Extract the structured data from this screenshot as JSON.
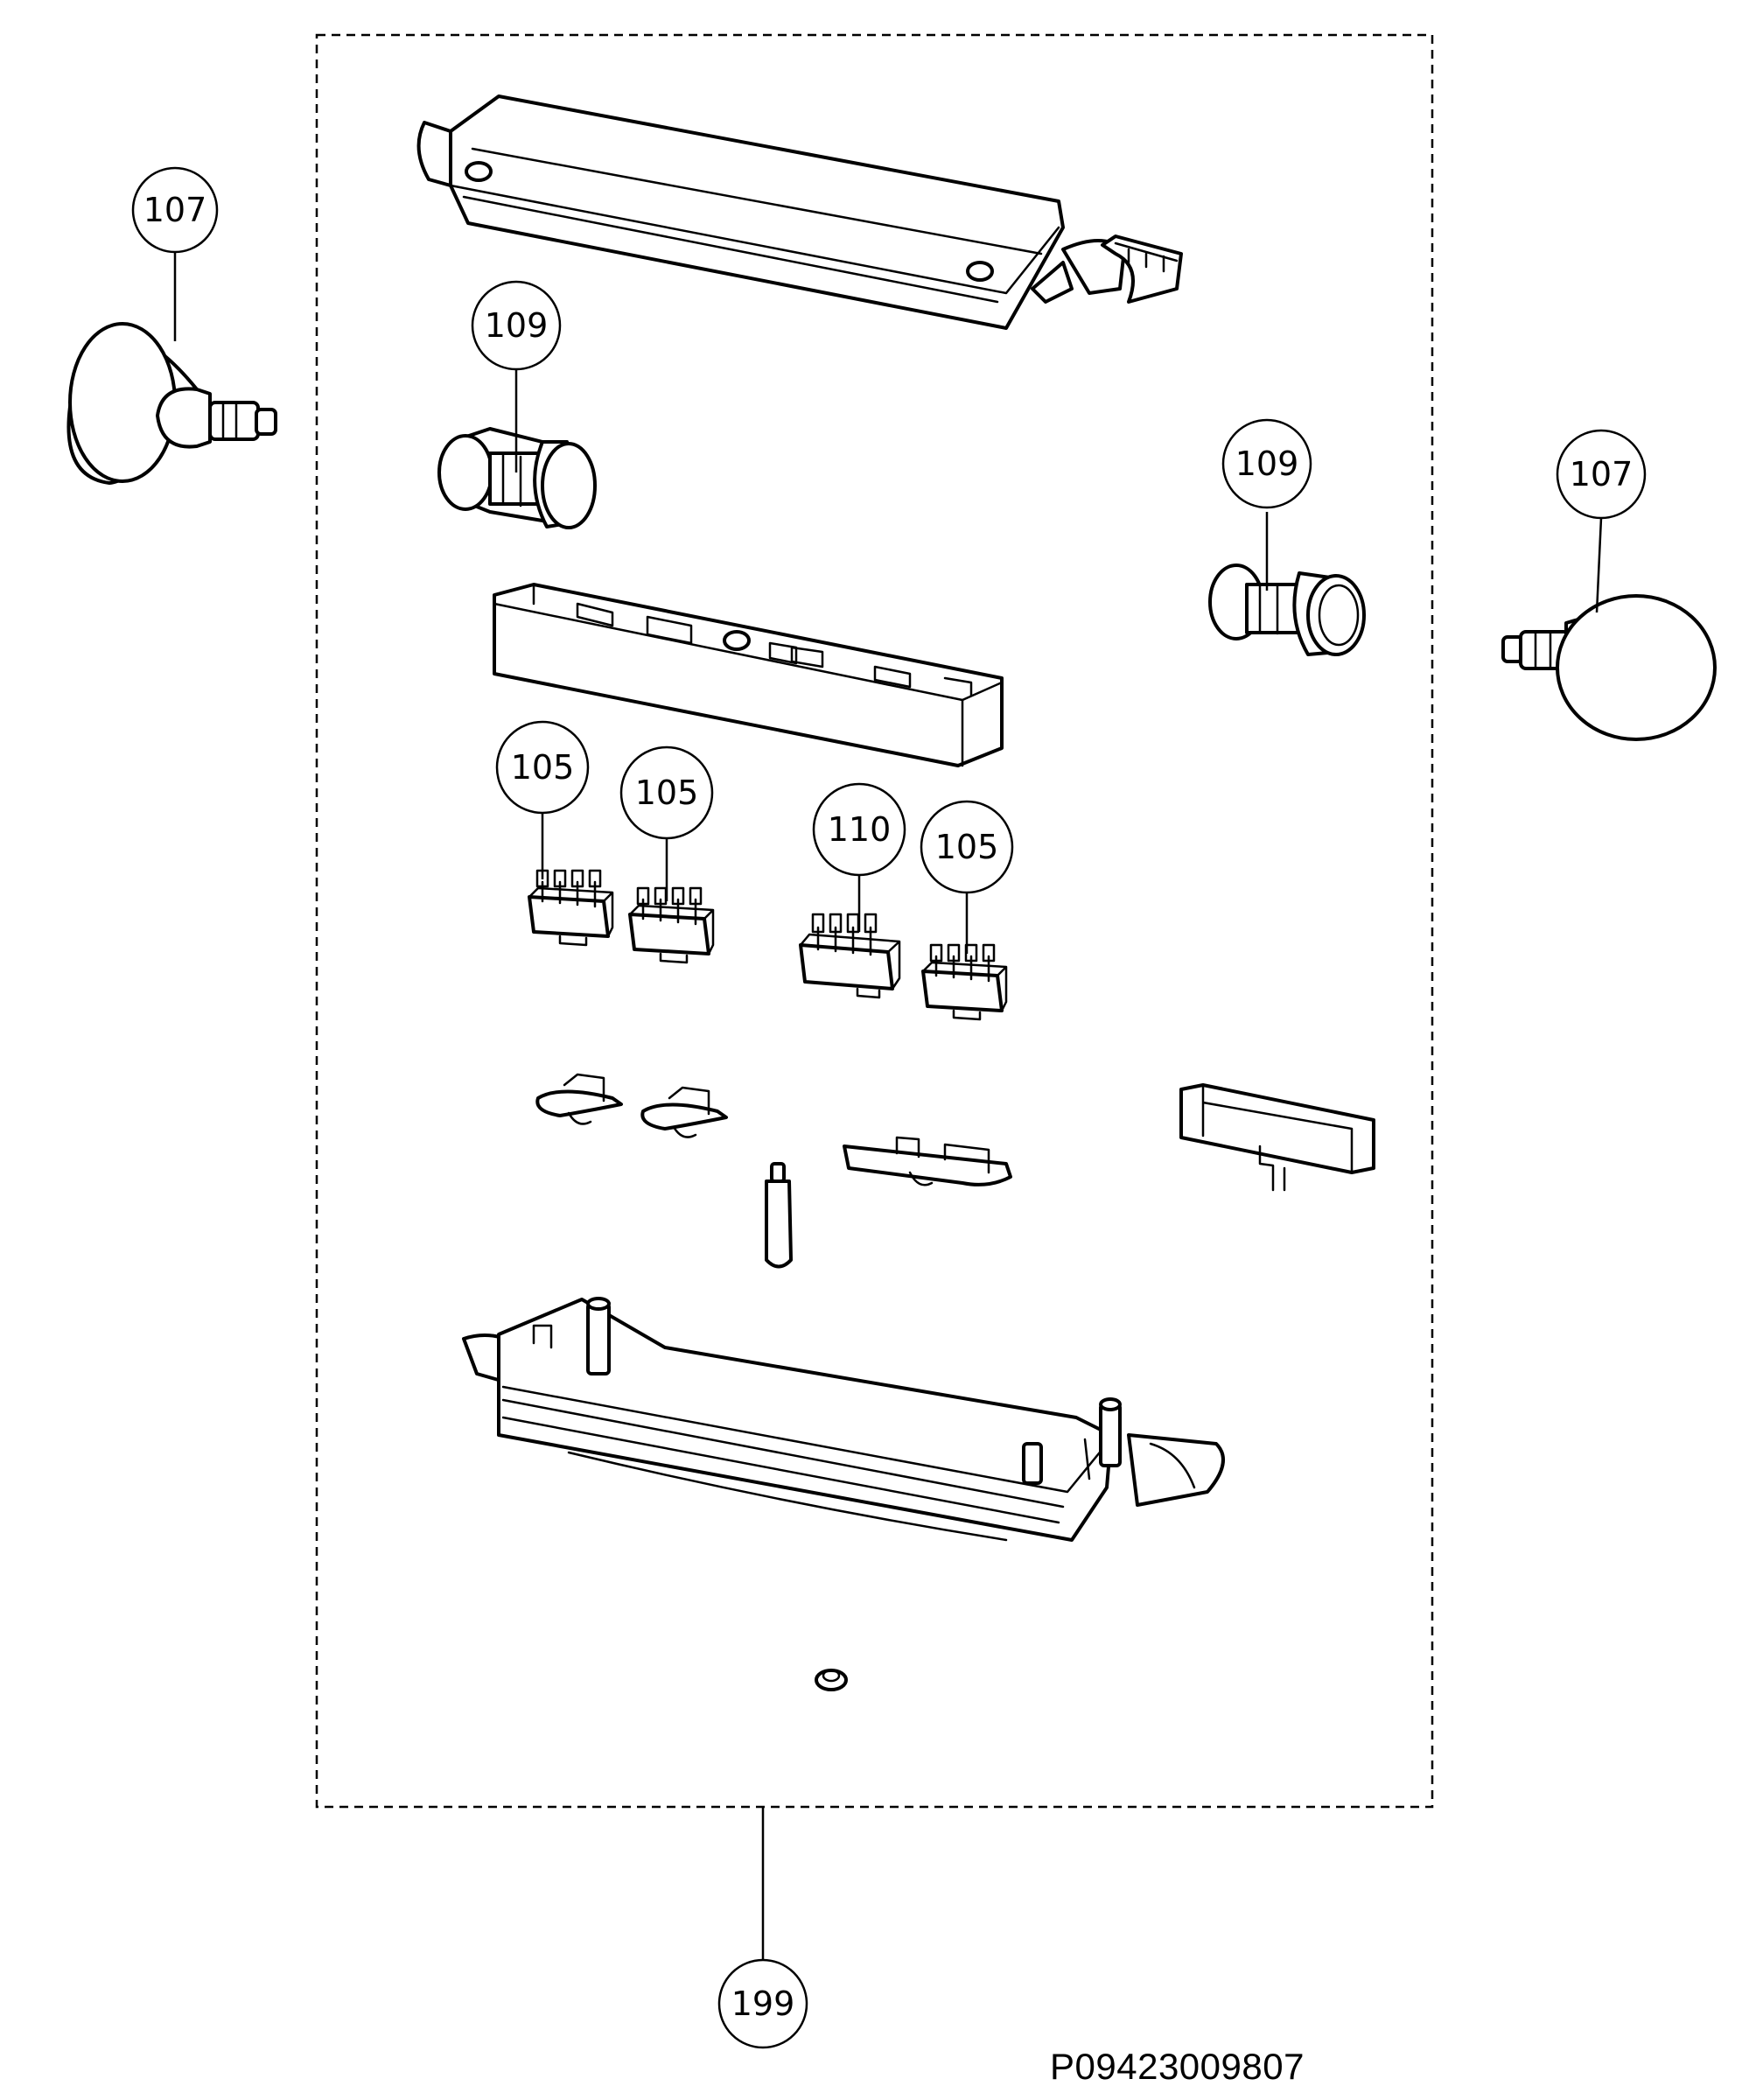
{
  "diagram": {
    "drawing_number": "P09423009807",
    "balloons": [
      {
        "id": "balloon-107-left",
        "label": "107"
      },
      {
        "id": "balloon-109-left",
        "label": "109"
      },
      {
        "id": "balloon-109-right",
        "label": "109"
      },
      {
        "id": "balloon-107-right",
        "label": "107"
      },
      {
        "id": "balloon-105-a",
        "label": "105"
      },
      {
        "id": "balloon-105-b",
        "label": "105"
      },
      {
        "id": "balloon-110",
        "label": "110"
      },
      {
        "id": "balloon-105-c",
        "label": "105"
      },
      {
        "id": "balloon-199",
        "label": "199"
      }
    ],
    "colors": {
      "line": "#000000",
      "background": "#ffffff"
    }
  }
}
